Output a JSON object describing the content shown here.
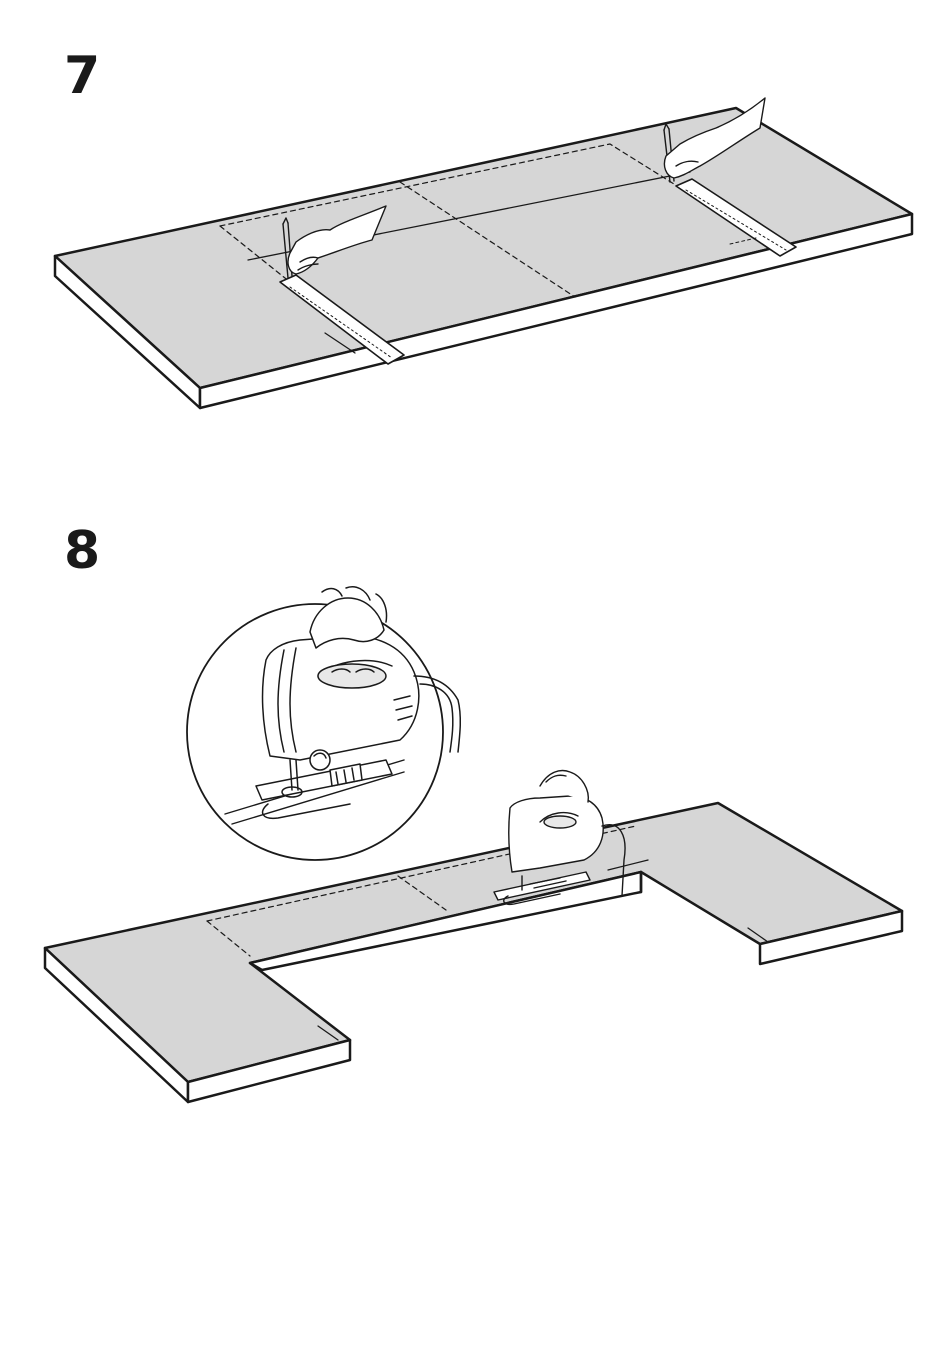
{
  "steps": [
    {
      "number": "7",
      "illustration": "marking-worktop-with-pencil-and-ruler"
    },
    {
      "number": "8",
      "illustration": "cutting-worktop-with-jigsaw"
    }
  ],
  "colors": {
    "worktop_top": "#d6d6d6",
    "line": "#1a1a1a",
    "background": "#ffffff"
  }
}
